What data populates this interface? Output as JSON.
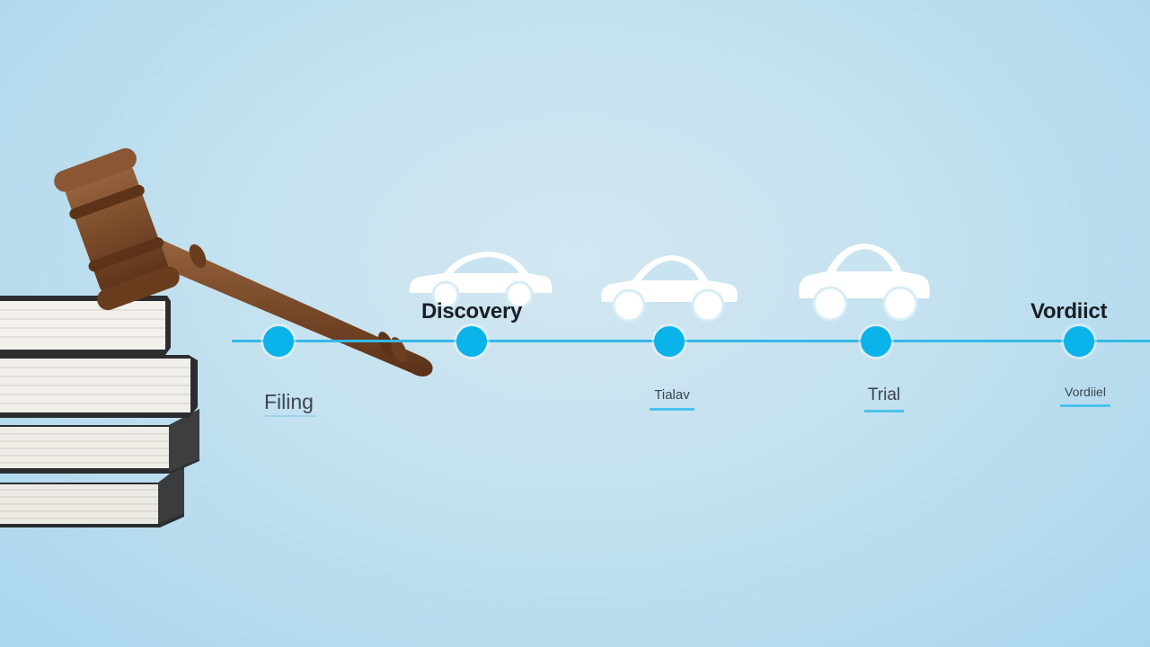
{
  "timeline": {
    "steps": [
      {
        "top_label": "",
        "bottom_label": "Filing"
      },
      {
        "top_label": "Discovery",
        "bottom_label": ""
      },
      {
        "top_label": "",
        "bottom_label": "Tialav"
      },
      {
        "top_label": "",
        "bottom_label": "Trial"
      },
      {
        "top_label": "Vordiict",
        "bottom_label": "Vordiiel"
      }
    ]
  },
  "colors": {
    "line": "#34b9e6",
    "node": "#0ab3ea",
    "underline": "#4cc3ea",
    "gavel_wood": "#7a4a2a"
  },
  "icons": [
    "car-icon",
    "car-icon",
    "car-icon",
    "gavel-icon",
    "book-stack-icon"
  ]
}
